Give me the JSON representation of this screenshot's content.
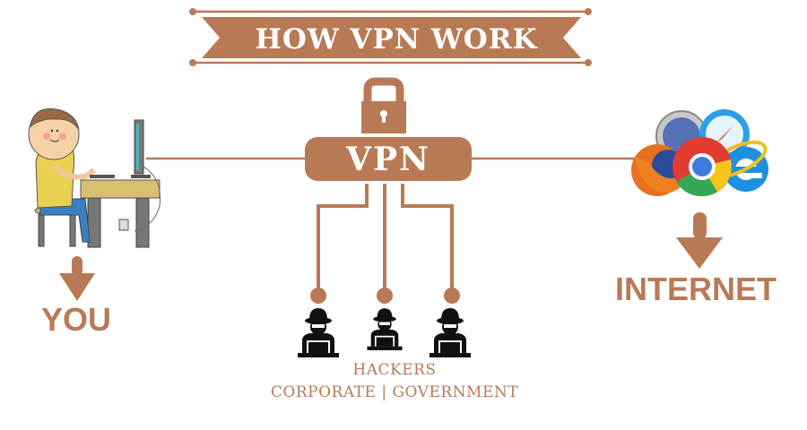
{
  "banner": {
    "title": "HOW VPN WORK"
  },
  "vpn": {
    "label": "VPN"
  },
  "nodes": {
    "you": {
      "label": "YOU",
      "icon": "person-at-computer-icon"
    },
    "internet": {
      "label": "INTERNET",
      "icon": "browsers-icon"
    },
    "lock": {
      "icon": "padlock-icon"
    },
    "hackers": {
      "count": 3,
      "icon": "hacker-icon"
    }
  },
  "captions": {
    "line1": "HACKERS",
    "line2": "CORPORATE | GOVERNMENT"
  },
  "colors": {
    "accent": "#b87a55",
    "background": "#ffffff",
    "text_on_accent": "#ffffff",
    "hacker": "#111111"
  }
}
